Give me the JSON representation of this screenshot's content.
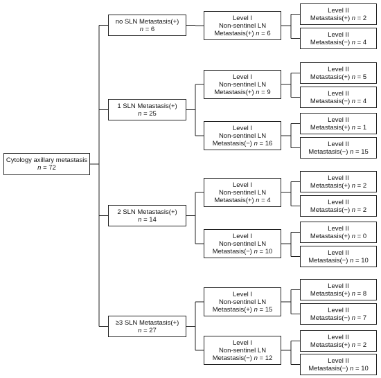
{
  "root": {
    "label": "Cytology axillary metastasis",
    "n_text": "n = 72"
  },
  "sln": [
    {
      "label": "no SLN Metastasis(+)",
      "n_text": "n = 6",
      "level1": [
        {
          "l1": "Level I",
          "l2": "Non-sentinel LN",
          "l3": "Metastasis(+) n = 6",
          "level2": [
            {
              "l1": "Level II",
              "l2": "Metastasis(+) n = 2"
            },
            {
              "l1": "Level II",
              "l2": "Metastasis(−) n = 4"
            }
          ]
        }
      ]
    },
    {
      "label": "1 SLN Metastasis(+)",
      "n_text": "n = 25",
      "level1": [
        {
          "l1": "Level I",
          "l2": "Non-sentinel LN",
          "l3": "Metastasis(+) n = 9",
          "level2": [
            {
              "l1": "Level II",
              "l2": "Metastasis(+) n = 5"
            },
            {
              "l1": "Level II",
              "l2": "Metastasis(−) n = 4"
            }
          ]
        },
        {
          "l1": "Level I",
          "l2": "Non-sentinel LN",
          "l3": "Metastasis(−) n = 16",
          "level2": [
            {
              "l1": "Level II",
              "l2": "Metastasis(+) n = 1"
            },
            {
              "l1": "Level II",
              "l2": "Metastasis(−) n = 15"
            }
          ]
        }
      ]
    },
    {
      "label": "2 SLN Metastasis(+)",
      "n_text": "n = 14",
      "level1": [
        {
          "l1": "Level I",
          "l2": "Non-sentinel LN",
          "l3": "Metastasis(+) n = 4",
          "level2": [
            {
              "l1": "Level II",
              "l2": "Metastasis(+) n = 2"
            },
            {
              "l1": "Level II",
              "l2": "Metastasis(−) n = 2"
            }
          ]
        },
        {
          "l1": "Level I",
          "l2": "Non-sentinel LN",
          "l3": "Metastasis(−) n = 10",
          "level2": [
            {
              "l1": "Level II",
              "l2": "Metastasis(+) n = 0"
            },
            {
              "l1": "Level II",
              "l2": "Metastasis(−) n = 10"
            }
          ]
        }
      ]
    },
    {
      "label": "≥3 SLN Metastasis(+)",
      "n_text": "n = 27",
      "level1": [
        {
          "l1": "Level I",
          "l2": "Non-sentinel LN",
          "l3": "Metastasis(+) n = 15",
          "level2": [
            {
              "l1": "Level II",
              "l2": "Metastasis(+) n = 8"
            },
            {
              "l1": "Level II",
              "l2": "Metastasis(−) n = 7"
            }
          ]
        },
        {
          "l1": "Level I",
          "l2": "Non-sentinel LN",
          "l3": "Metastasis(−) n = 12",
          "level2": [
            {
              "l1": "Level II",
              "l2": "Metastasis(+) n = 2"
            },
            {
              "l1": "Level II",
              "l2": "Metastasis(−) n = 10"
            }
          ]
        }
      ]
    }
  ]
}
